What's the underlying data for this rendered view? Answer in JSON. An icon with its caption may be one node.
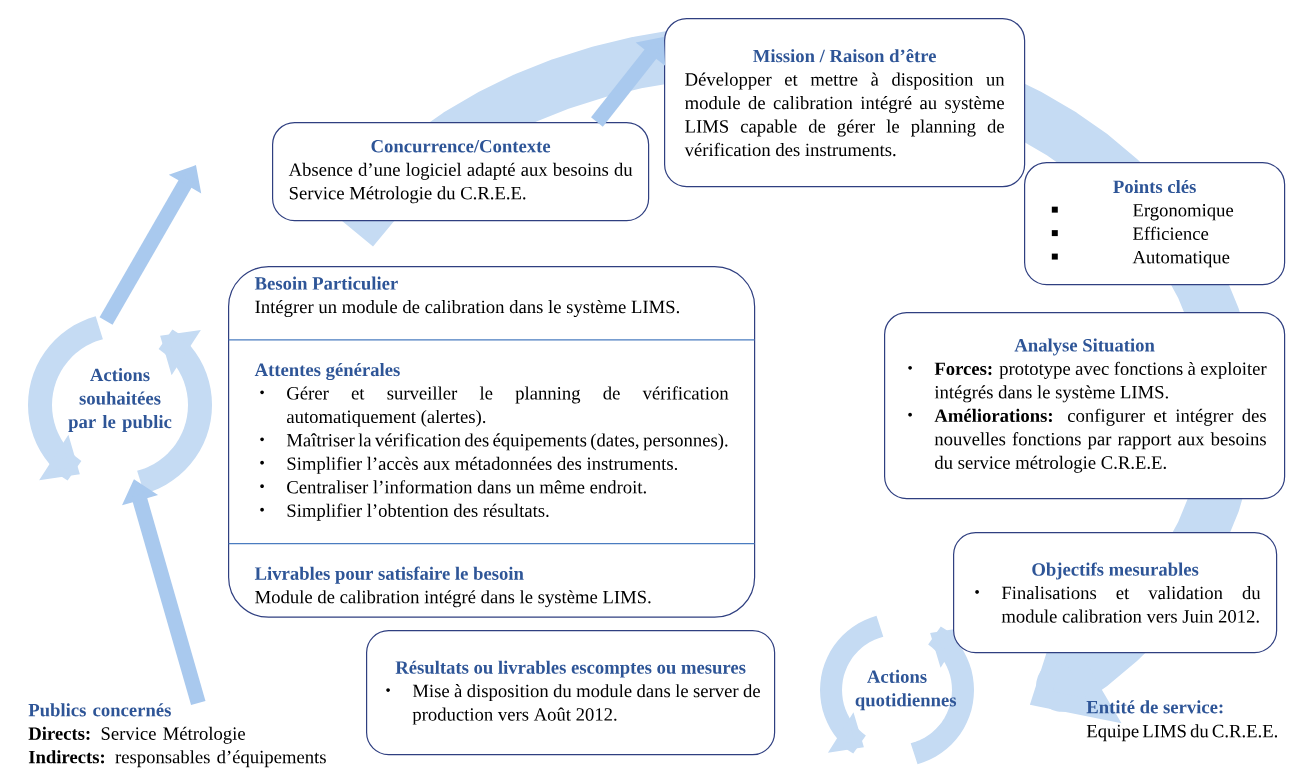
{
  "diagram": {
    "nodes": [
      {
        "text": [
          "Concurrence/Contexte",
          "Absence d’une logiciel adapté aux besoins du Service Métrologie du C.R.E.E."
        ]
      },
      {
        "text": [
          "Mission / Raison d’être",
          "Développer et mettre à disposition un module de calibration intégré au système LIMS capable de gérer le planning de vérification des instruments."
        ]
      },
      {
        "text": [
          "Points clés",
          "Ergonomique",
          "Efficience",
          "Automatique"
        ]
      },
      {
        "text": [
          "Besoin Particulier",
          "Intégrer un module de calibration dans le système LIMS.",
          "Attentes générales",
          "Gérer et surveiller le planning de vérification automatiquement (alertes).",
          "Maîtriser la vérification des équipements (dates, personnes).",
          "Simplifier l’accès aux métadonnées des instruments.",
          "Centraliser l’information dans un même endroit.",
          "Simplifier l’obtention des résultats.",
          "Livrables pour satisfaire le besoin",
          "Module de calibration intégré dans le système LIMS."
        ]
      },
      {
        "text": [
          "Analyse Situation",
          "**Forces:** prototype avec fonctions à exploiter intégrés dans le système LIMS.",
          "**Améliorations:** configurer et intégrer des nouvelles fonctions par rapport aux besoins du service métrologie C.R.E.E."
        ]
      },
      {
        "text": [
          "Objectifs mesurables",
          "Finalisations et validation du module calibration vers Juin 2012."
        ]
      },
      {
        "text": [
          "Résultats ou livrables escomptes ou mesures",
          "Mise à disposition du module dans le server de production vers Août 2012."
        ]
      },
      {
        "text": [
          "Actions souhaitées par le public"
        ]
      },
      {
        "text": [
          "Actions quotidiennes"
        ]
      },
      {
        "text": [
          "Publics concernés",
          "**Directs:** Service Métrologie",
          "**Indirects:** responsables d’équipements"
        ]
      }
    ],
    "edges": [
      {
        "from": 9,
        "to": 7,
        "arrow": "to"
      },
      {
        "from": 7,
        "to": null,
        "arrow": "to"
      },
      {
        "from": 0,
        "to": 1,
        "arrow": "to"
      }
    ],
    "labels": [
      "Entité de service:",
      "Equipe LIMS du C.R.E.E."
    ]
  }
}
